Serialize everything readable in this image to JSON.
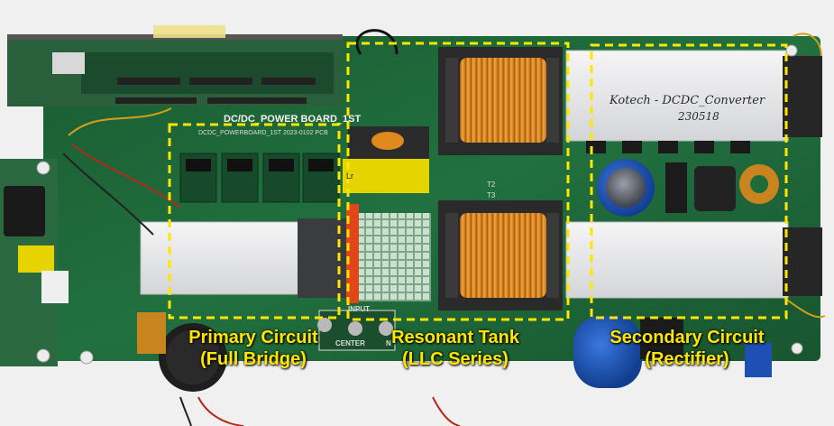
{
  "board_labels": {
    "title": "DC/DC_POWER BOARD_1ST",
    "subtitle": "DCDC_POWERBOARD_1ST 2023-0102 PCB",
    "input": "INPUT",
    "center": "CENTER",
    "ground": "N",
    "t2": "T2",
    "t3": "T3",
    "lr": "Lr"
  },
  "sticker": {
    "line1": "Kotech - DCDC_Converter",
    "line2": "230518"
  },
  "sections": [
    {
      "name": "Primary Circuit",
      "detail": "(Full Bridge)"
    },
    {
      "name": "Resonant Tank",
      "detail": "(LLC Series)"
    },
    {
      "name": "Secondary Circuit",
      "detail": "(Rectifier)"
    }
  ],
  "colors": {
    "pcb": "#1f6b3a",
    "highlight": "#ffe600",
    "copper": "#e6901e",
    "heatsink": "#e8e8ea",
    "capacitor": "#1e50b4"
  }
}
